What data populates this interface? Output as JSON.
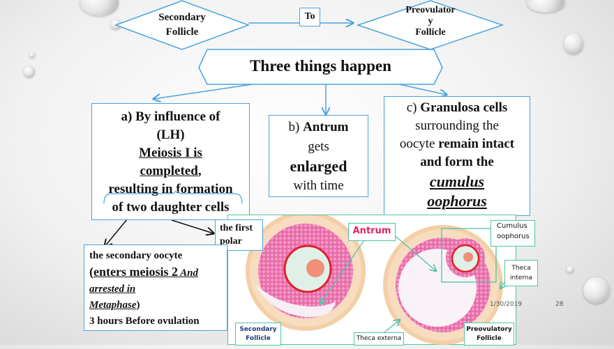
{
  "top": {
    "left_shape": [
      "Secondary",
      "Follicle"
    ],
    "connector_label": "To",
    "right_shape": [
      "Preovulator",
      "y",
      "Follicle"
    ]
  },
  "header": {
    "title": "Three things happen"
  },
  "box_a": {
    "line1": "a) By influence of",
    "line2": "(LH)",
    "line3": "Meiosis I is",
    "line4": "completed",
    "line4_punct": ",",
    "line5": "resulting in formation",
    "line6": "of two daughter cells"
  },
  "box_b": {
    "prefix": "b) ",
    "bold1": "Antrum",
    "line2": "gets",
    "line3": "enlarged",
    "line4": "with time"
  },
  "box_c": {
    "prefix": "c) ",
    "bold1": "Granulosa cells",
    "line2": "surrounding the",
    "line3a": "oocyte ",
    "line3b": "remain intact",
    "line4": "and form the",
    "line5": "cumulus",
    "line6": "oophorus"
  },
  "polar_box": {
    "line1": "the first",
    "line2": "polar"
  },
  "oocyte_box": {
    "line1": "the secondary oocyte",
    "line2a": "(",
    "line2b": "enters meiosis 2",
    "line2c": " And",
    "line3": "arrested in",
    "line4a": "Metaphase",
    "line4b": ")",
    "line5": "3 hours Before ovulation"
  },
  "figure": {
    "antrum": "Antrum",
    "cumulus": [
      "Cumulus",
      "oophorus"
    ],
    "theca_interna": [
      "Theca",
      "interna"
    ],
    "theca_externa": "Theca externa",
    "secondary": [
      "Secondary",
      "Follicle"
    ],
    "preovulatory": [
      "Preovulatory",
      "Follicle"
    ]
  },
  "footer": {
    "date": "1/30/2019",
    "page": "28"
  },
  "colors": {
    "accent": "#4aa3df",
    "teal": "#4fc3a9",
    "pink": "#e05a9a",
    "antrum_label": "#e0245e"
  }
}
